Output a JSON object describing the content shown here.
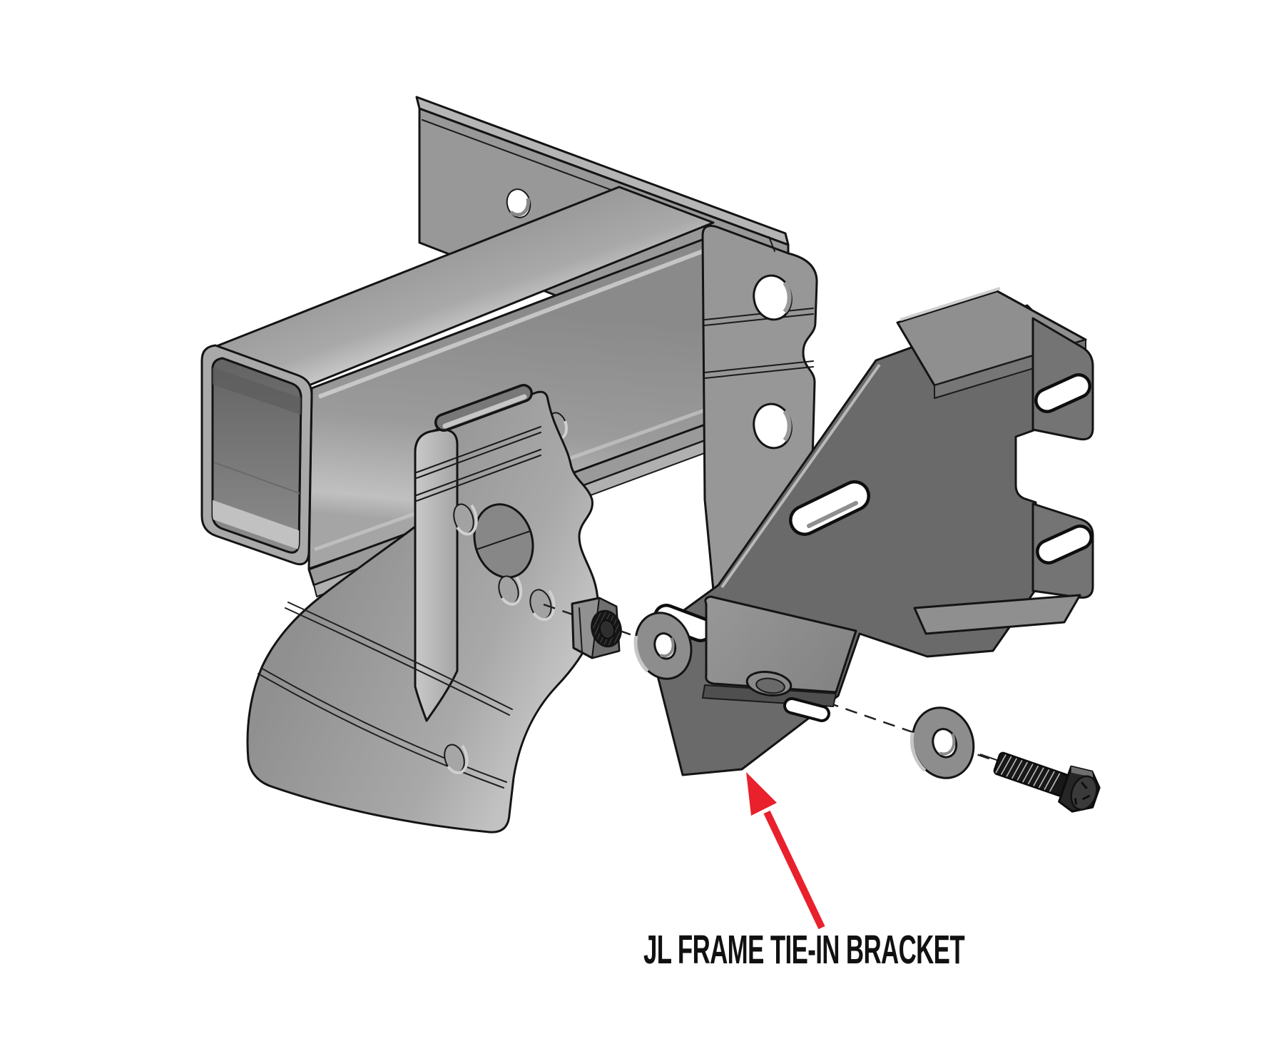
{
  "figure": {
    "type": "exploded-assembly-diagram",
    "callout_label": "JL FRAME TIE-IN BRACKET"
  },
  "colors": {
    "background": "#ffffff",
    "outline": "#141414",
    "part_gray": "#9a9a9a",
    "part_gray_light": "#c6c6c6",
    "bracket_dark_gray": "#6a6a6a",
    "gusset_gray": "#8f8f8f",
    "hardware_black": "#1c1c1c",
    "callout_red": "#e8212c",
    "label_text": "#111111"
  },
  "parts": {
    "crossmember": "receiver crossmember with back plate and drop bracket",
    "tie_in_bracket": "JL frame tie-in bracket",
    "hardware": [
      "hex nut",
      "flat washer",
      "flat washer",
      "hex bolt"
    ]
  }
}
